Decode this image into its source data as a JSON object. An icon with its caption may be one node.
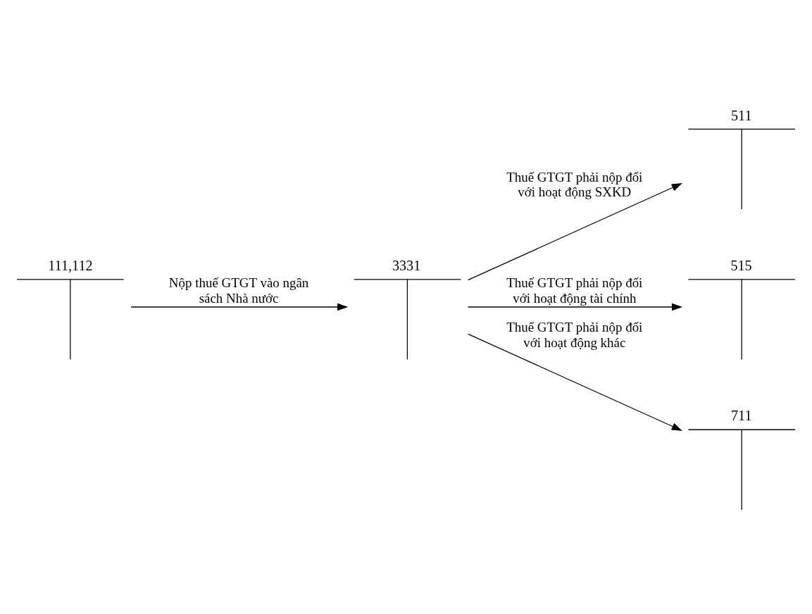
{
  "diagram": {
    "nodes": [
      {
        "text": [
          "111,112"
        ]
      },
      {
        "text": [
          "3331"
        ]
      },
      {
        "text": [
          "511"
        ]
      },
      {
        "text": [
          "515"
        ]
      },
      {
        "text": [
          "711"
        ]
      }
    ],
    "edges": [
      {
        "from": 0,
        "to": 1,
        "arrow": "to",
        "label": "Nộp thuế GTGT vào ngân sách Nhà nước"
      },
      {
        "from": 1,
        "to": 2,
        "arrow": "to",
        "label": "Thuế GTGT phải nộp đối với hoạt động SXKD"
      },
      {
        "from": 1,
        "to": 3,
        "arrow": "to",
        "label": "Thuế GTGT phải nộp đối với hoạt động tài chính"
      },
      {
        "from": 1,
        "to": 4,
        "arrow": "to",
        "label": "Thuế GTGT phải nộp đối với hoạt động khác"
      }
    ]
  }
}
